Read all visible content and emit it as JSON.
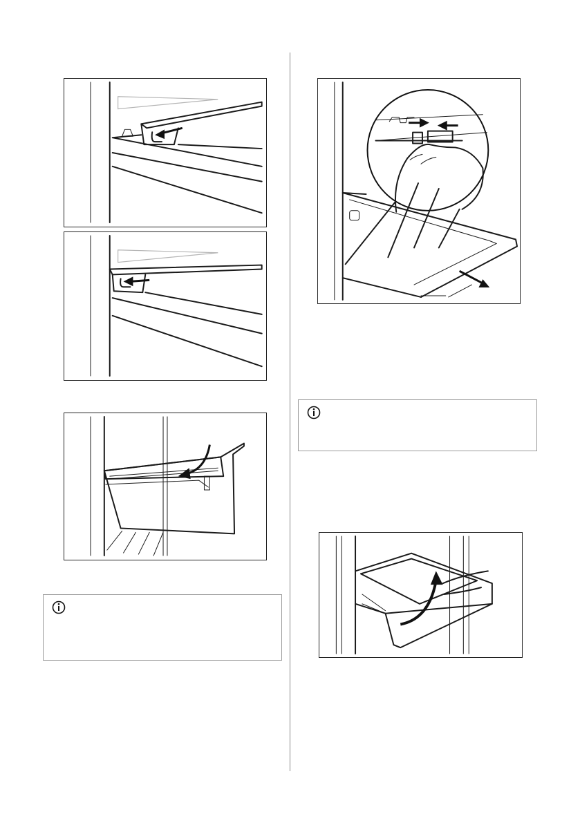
{
  "page": {
    "figures": [
      {
        "id": "shelf-front-arrow",
        "icon": "arrow-left-icon"
      },
      {
        "id": "shelf-rear-arrow",
        "icon": "arrow-left-icon"
      },
      {
        "id": "drawer-rotate-arrow",
        "icon": "curved-arrow-icon"
      },
      {
        "id": "drawer-clips-zoom",
        "icon": "arrows-inward-icon"
      },
      {
        "id": "drawer-lift-out",
        "icon": "curved-arrow-up-icon"
      }
    ],
    "notes": [
      {
        "icon": "info-icon",
        "text": ""
      },
      {
        "icon": "info-icon",
        "text": ""
      }
    ]
  }
}
